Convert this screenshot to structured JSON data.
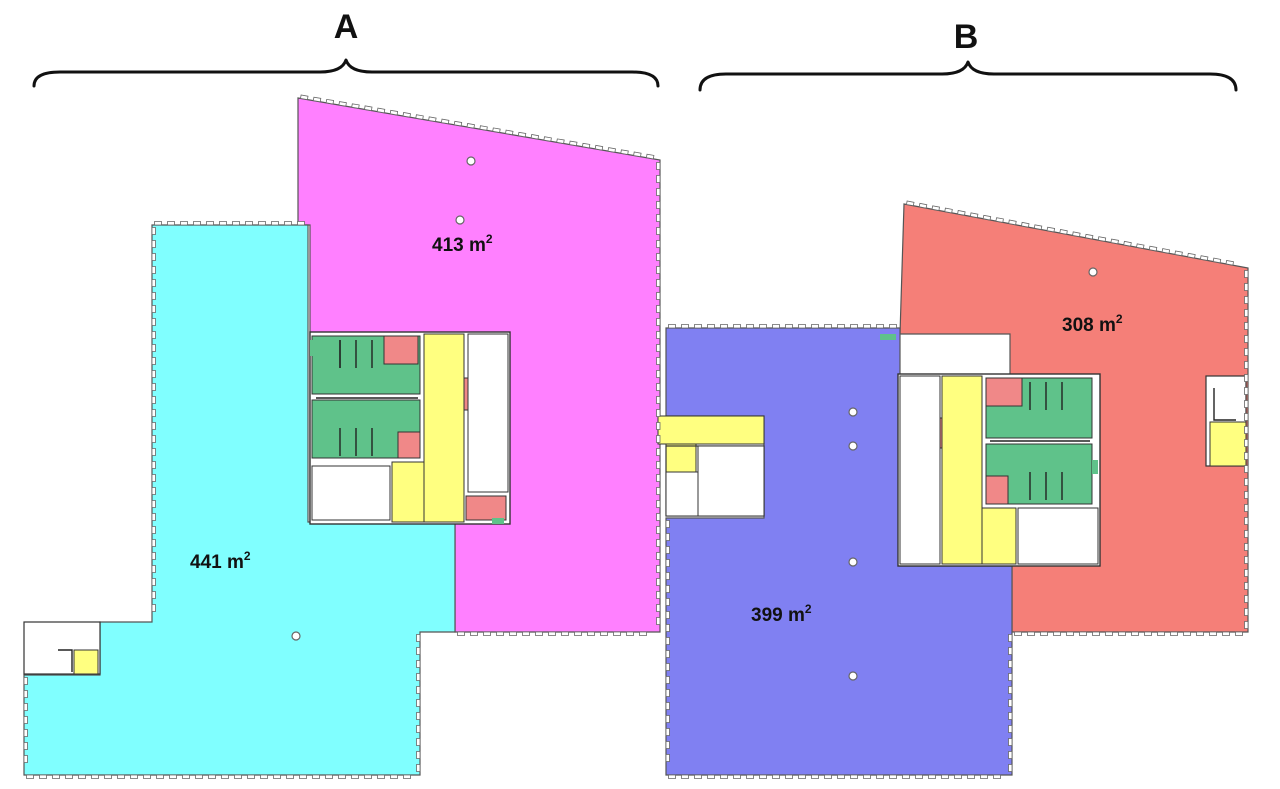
{
  "groups": [
    {
      "id": "A",
      "label": "A"
    },
    {
      "id": "B",
      "label": "B"
    }
  ],
  "zones": [
    {
      "id": "zone-a-cyan",
      "area": "441",
      "unit": "m",
      "sup": "2",
      "color": "#80ffff"
    },
    {
      "id": "zone-a-magenta",
      "area": "413",
      "unit": "m",
      "sup": "2",
      "color": "#ff80ff"
    },
    {
      "id": "zone-b-blue",
      "area": "399",
      "unit": "m",
      "sup": "2",
      "color": "#8080f2"
    },
    {
      "id": "zone-b-red",
      "area": "308",
      "unit": "m",
      "sup": "2",
      "color": "#f57f78"
    }
  ],
  "core_colors": {
    "restroom": "#5fc28a",
    "circulation": "#ffff80",
    "service": "#f08888",
    "core_bg": "#ffffff"
  }
}
